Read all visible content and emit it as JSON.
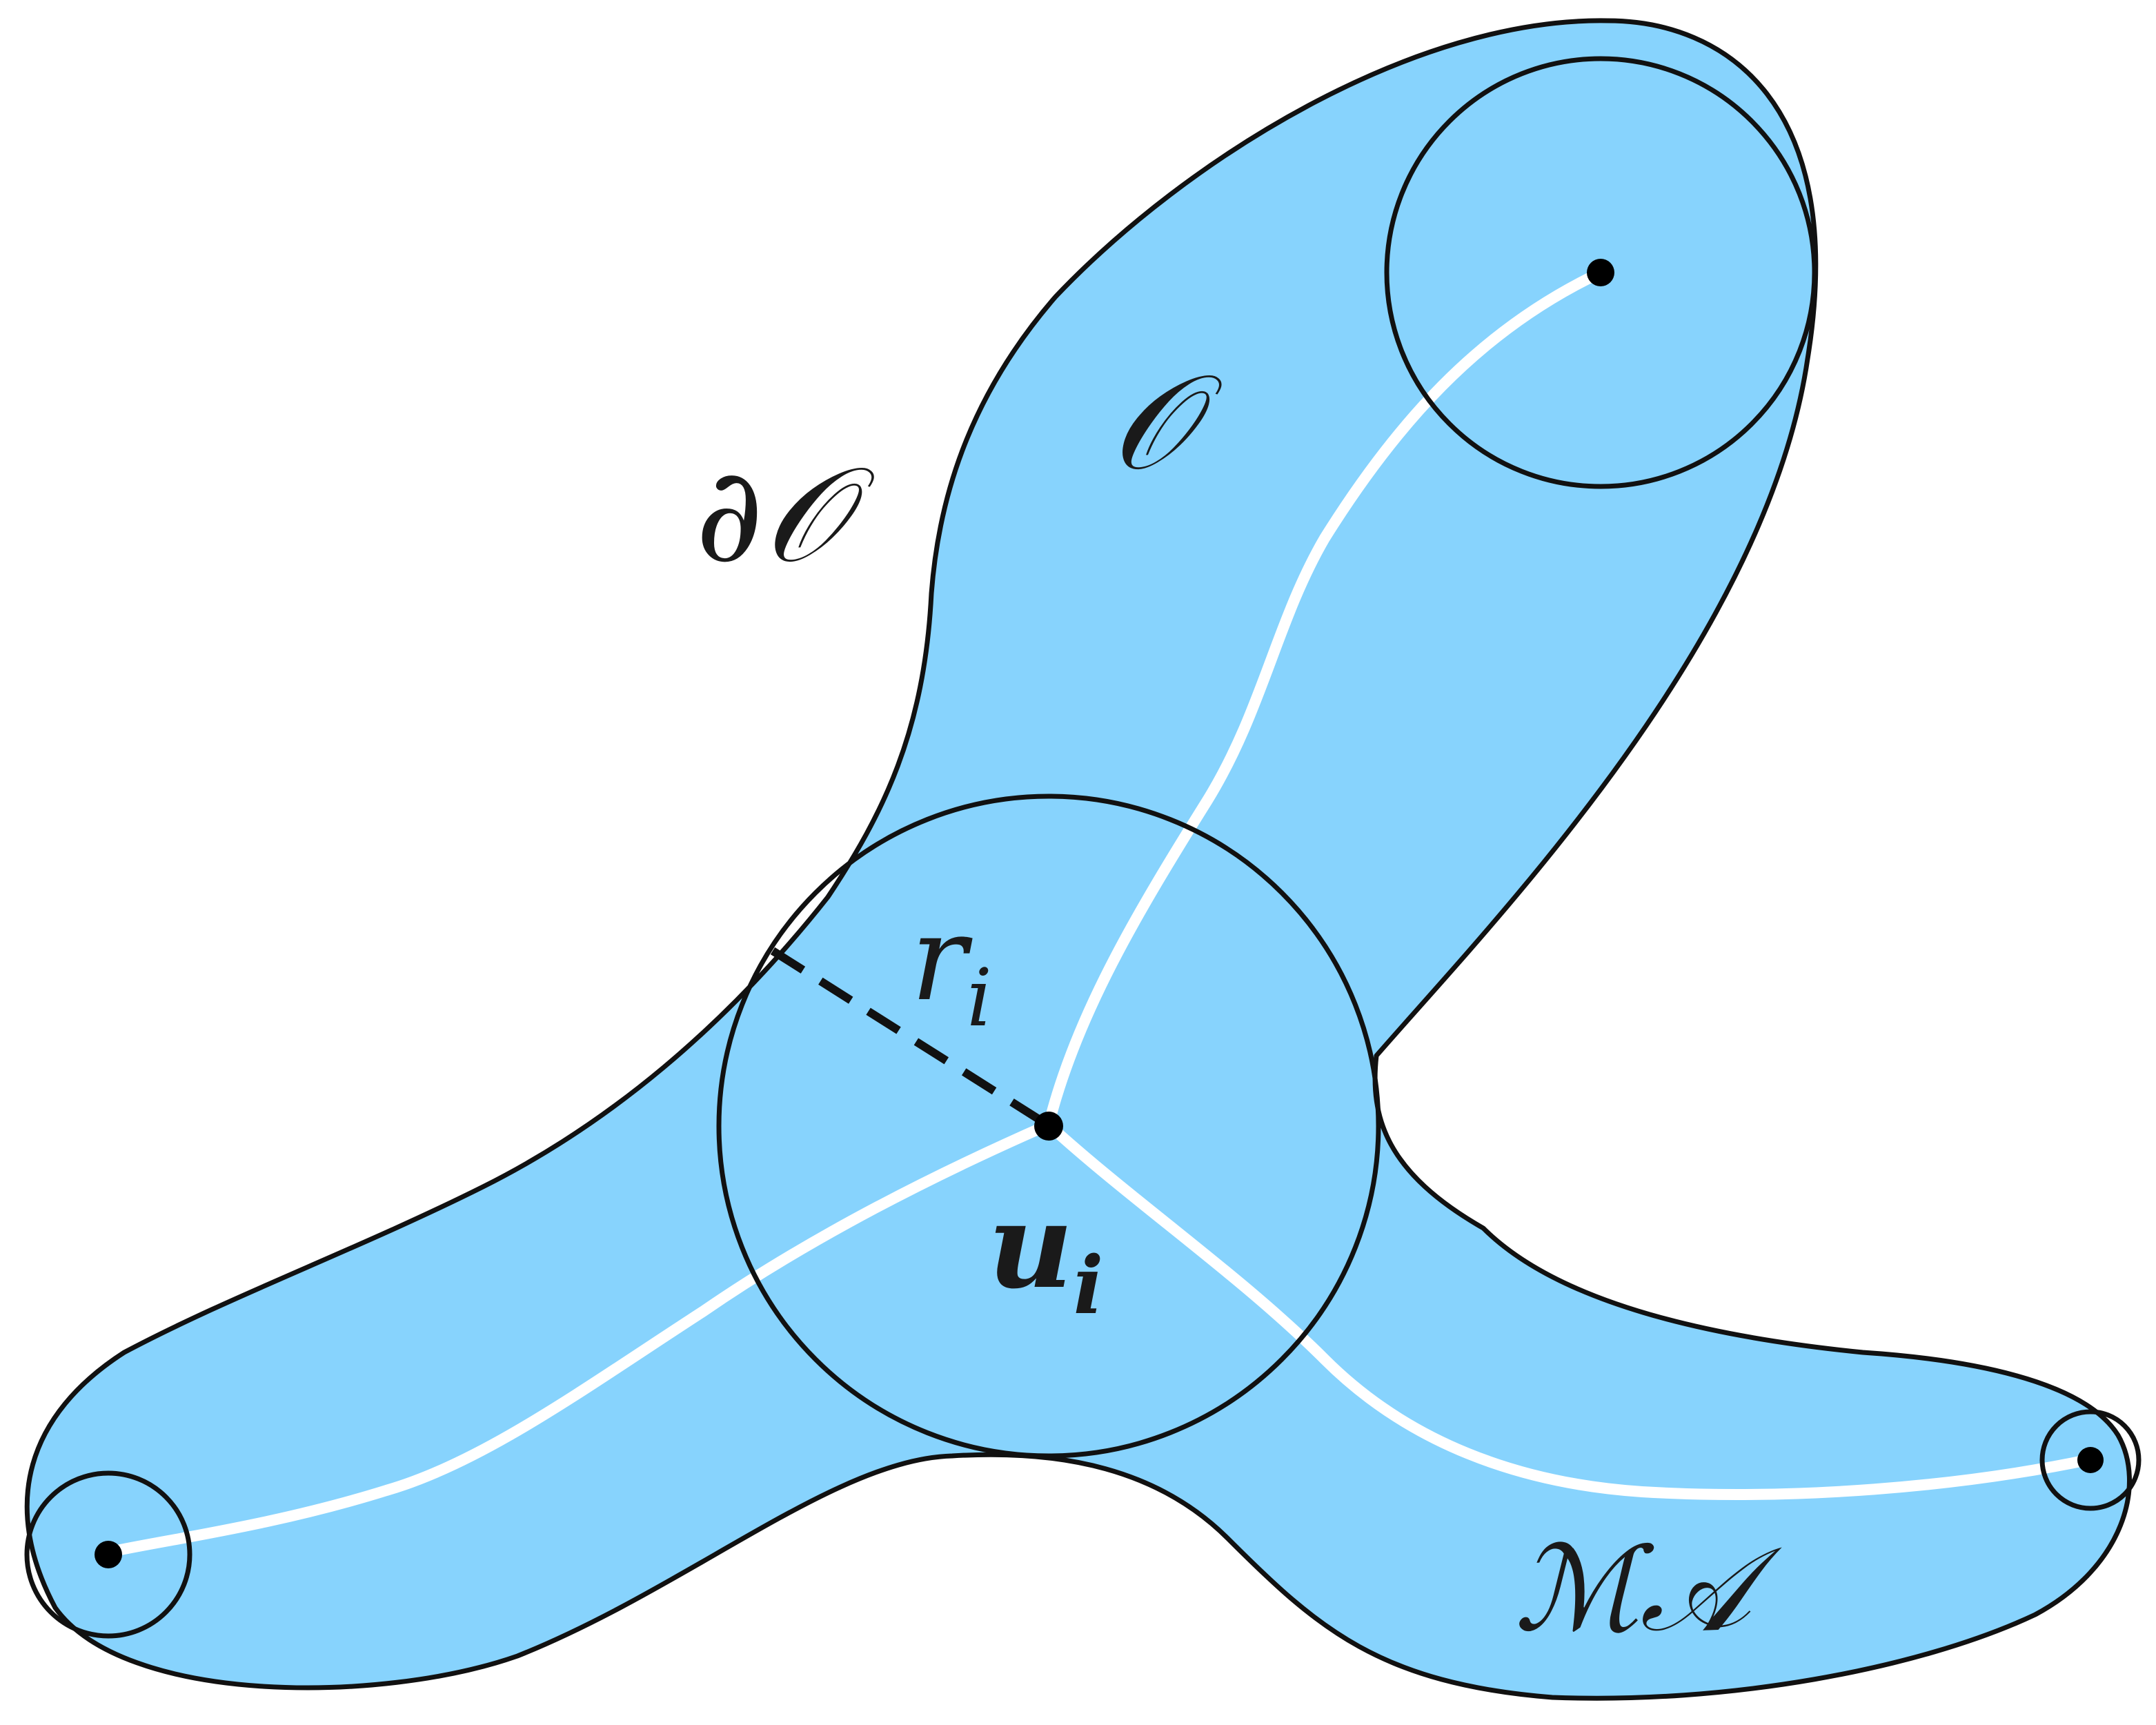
{
  "colors": {
    "fill": "#87D3FD",
    "stroke": "#111111",
    "medial_axis": "#ffffff",
    "text": "#1a1a1a",
    "background": "#ffffff"
  },
  "labels": {
    "region": "𝒪",
    "boundary": "∂𝒪",
    "radius_main": "r",
    "radius_sub": "i",
    "center_main": "u",
    "center_sub": "i",
    "medial_axis": "ℳ𝒜"
  }
}
